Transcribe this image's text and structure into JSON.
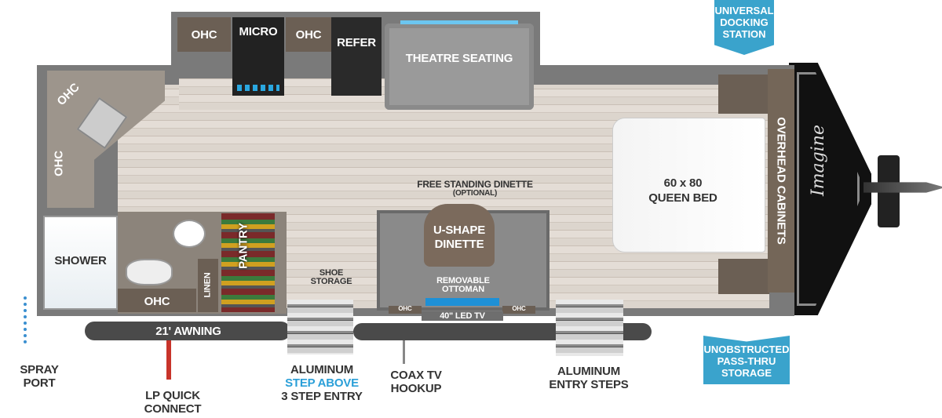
{
  "labels": {
    "ohc_left": "OHC",
    "micro": "MICRO",
    "ohc_right": "OHC",
    "refer": "REFER",
    "theatre_seating": "THEATRE SEATING",
    "ohc_corner": "OHC",
    "ohc_side": "OHC",
    "bed_size": "60 x 80",
    "bed_name": "QUEEN BED",
    "overhead_cabinets": "OVERHEAD CABINETS",
    "free_standing_dinette": "FREE STANDING DINETTE",
    "optional": "(OPTIONAL)",
    "u_shape": "U-SHAPE",
    "dinette": "DINETTE",
    "removable": "REMOVABLE",
    "ottoman": "OTTOMAN",
    "shoe": "SHOE",
    "storage": "STORAGE",
    "ohc_dinette_left": "OHC",
    "ohc_dinette_right": "OHC",
    "led_tv": "40\" LED TV",
    "shower": "SHOWER",
    "ohc_bath": "OHC",
    "linen": "LINEN",
    "pantry": "PANTRY",
    "awning": "21' AWNING",
    "brand": "Imagine"
  },
  "callouts": {
    "spray_port": [
      "SPRAY",
      "PORT"
    ],
    "lp_quick_connect": [
      "LP QUICK",
      "CONNECT"
    ],
    "step_entry": [
      "ALUMINUM",
      "STEP ABOVE",
      "3 STEP ENTRY"
    ],
    "coax": [
      "COAX TV",
      "HOOKUP"
    ],
    "entry_steps": [
      "ALUMINUM",
      "ENTRY STEPS"
    ]
  },
  "badges": {
    "docking": [
      "UNIVERSAL",
      "DOCKING",
      "STATION"
    ],
    "pass_thru": [
      "UNOBSTRUCTED",
      "PASS-THRU",
      "STORAGE"
    ]
  },
  "colors": {
    "accent_blue": "#3aa3cc",
    "highlight_blue": "#1e90d6"
  }
}
